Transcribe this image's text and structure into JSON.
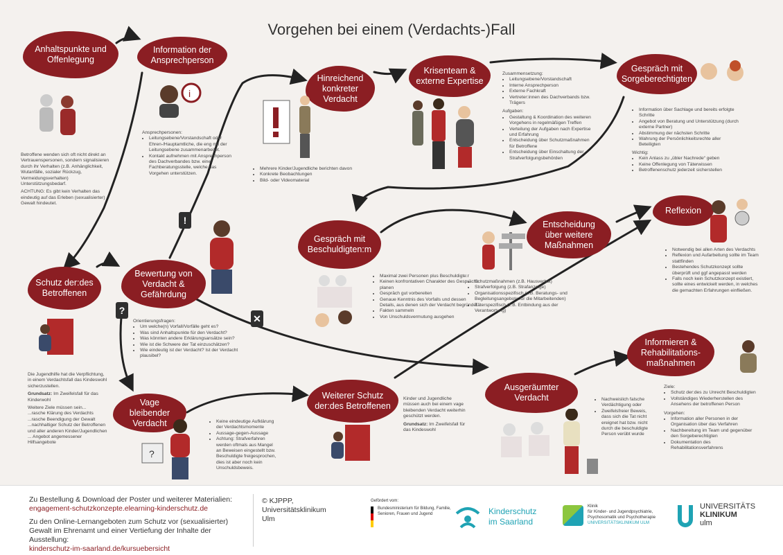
{
  "title": "Vorgehen bei einem (Verdachts-)Fall",
  "nodes": {
    "anhaltspunkte": "Anhaltspunkte und Offenlegung",
    "information": "Information der Ansprechperson",
    "hinreichend": "Hinreichend konkreter Verdacht",
    "krisenteam": "Krisenteam & externe Expertise",
    "gespraech_sorge": "Gespräch mit Sorgeberechtigten",
    "schutz": "Schutz der:des Betroffenen",
    "bewertung": "Bewertung von Verdacht & Gefährdung",
    "gespraech_besch": "Gespräch mit Beschuldigten:m",
    "entscheidung": "Entscheidung über weitere Maßnahmen",
    "reflexion": "Reflexion",
    "informieren": "Informieren & Rehabilitations-maßnahmen",
    "vage": "Vage bleibender Verdacht",
    "weiterer_schutz": "Weiterer Schutz der:des Betroffenen",
    "ausgeraeumt": "Ausgeräumter Verdacht"
  },
  "badges": {
    "warn": "!",
    "question": "?",
    "cross": "✕"
  },
  "texts": {
    "anhaltspunkte": {
      "p1": "Betroffene wenden sich oft nicht direkt an Vertrauenspersonen, sondern signalisieren durch ihr Verhalten (z.B. Anhänglichkeit, Wutanfälle, sozialer Rückzug, Vermeidungsverhalten) Unterstützungsbedarf.",
      "p2": "ACHTUNG: Es gibt kein Verhalten das eindeutig auf das Erleben (sexualisierter) Gewalt hindeutet."
    },
    "information": {
      "head": "Ansprechpersonen:",
      "items": [
        "Leitungsebene/Vorstandschaft oder Ehren-/Hauptamtliche, die eng mit der Leitungsebene zusammenarbeitet.",
        "Kontakt aufnehmen mit Ansprechperson des Dachverbandes bzw. einer Fachberatungsstelle, welche das Vorgehen unterstützen."
      ]
    },
    "hinreichend": {
      "items": [
        "Mehrere Kinder/Jugendliche berichten davon",
        "Konkrete Beobachtungen",
        "Bild- oder Videomaterial"
      ]
    },
    "krisenteam": {
      "head1": "Zusammensetzung:",
      "items1": [
        "Leitungsebene/Vorstandschaft",
        "Interne Ansprechperson",
        "Externe Fachkraft",
        "Vertreter:innen des Dachverbands bzw. Trägers"
      ],
      "head2": "Aufgaben:",
      "items2": [
        "Gestaltung & Koordination des weiteren Vorgehens in regelmäßigen Treffen",
        "Verteilung der Aufgaben nach Expertise und Erfahrung",
        "Entscheidung über Schutzmaßnahmen für Betroffene",
        "Entscheidung über Einschaltung der Strafverfolgungsbehörden"
      ]
    },
    "gespraech_sorge": {
      "items1": [
        "Information über Sachlage und bereits erfolgte Schritte",
        "Angebot von Beratung und Unterstützung (durch externe Partner)",
        "Abstimmung der nächsten Schritte",
        "Wahrung der Persönlichkeitsrechte aller Beteiligten"
      ],
      "head2": "Wichtig:",
      "items2": [
        "Kein Anlass zu „übler Nachrede“ geben",
        "Keine Offenlegung von Täterwissen",
        "Betroffenenschutz jederzeit sicherstellen"
      ]
    },
    "schutz": {
      "p1": "Die Jugendhilfe hat die Verpflichtung, in einem Verdachtsfall das Kindeswohl sicherzustellen.",
      "grund_label": "Grundsatz:",
      "grund_text": "Im Zweifelsfall für das Kinderwohl",
      "head": "Weitere Ziele müssen sein...",
      "items": [
        "...rasche Klärung des Verdachts",
        "...rasche Beendigung der Gewalt",
        "...nachhaltiger Schutz der Betroffenen und aller anderen Kinder/Jugendlichen",
        "... Angebot angemessener Hilfsangebote"
      ]
    },
    "bewertung": {
      "head": "Orientierungsfragen:",
      "items": [
        "Um welche(n) Vorfall/Vorfälle geht es?",
        "Was sind Anhaltspunkte für den Verdacht?",
        "Was könnten andere Erklärungsansätze sein?",
        "Wie ist die Schwere der Tat einzuschätzen?",
        "Wie eindeutig ist der Verdacht? Ist der Verdacht plausibel?"
      ]
    },
    "gespraech_besch": {
      "items": [
        "Maximal zwei Personen plus Beschuldigte:r",
        "Keinen konfrontativen Charakter des Gesprächs planen",
        "Gespräch gut vorbereiten",
        "Genaue Kenntnis des Vorfalls und dessen Details, aus denen sich der Verdacht begründet",
        "Fakten sammeln",
        "Von Unschuldsvermutung ausgehen"
      ]
    },
    "entscheidung": {
      "items": [
        "Schutzmaßnahmen (z.B. Hausverbot)",
        "Strafverfolgung (z.B. Strafanzeige)",
        "Organisationsspezifisch (z.B. Beratungs- und Begleitungsangebote für die Mitarbeitenden)",
        "Täterspezifisch (z.B. Entbindung aus der Verantwortung)"
      ]
    },
    "reflexion": {
      "items": [
        "Notwendig bei allen Arten des Verdachts",
        "Reflexion und Aufarbeitung sollte im Team stattfinden",
        "Bestehendes Schutzkonzept sollte überprüft und ggf angepasst werden",
        "Falls noch kein Schutzkonzept existiert, sollte eines entwickelt werden, in welches die gemachten Erfahrungen einfließen."
      ]
    },
    "informieren": {
      "head1": "Ziele:",
      "items1": [
        "Schutz der:des zu Unrecht Beschuldigten",
        "Vollständiges Wiederherstellen des Ansehens der betroffenen Person"
      ],
      "head2": "Vorgehen:",
      "items2": [
        "Information aller Personen in der Organisation über das Verfahren",
        "Nachbereitung im Team und gegenüber den Sorgeberechtigten",
        "Dokumentation des Rehabilitationsverfahrens"
      ]
    },
    "vage": {
      "items": [
        "Keine eindeutige Aufklärung der Verdachtsmomente",
        "Aussage-gegen-Aussage",
        "Achtung: Strafverfahren werden oftmals aus Mangel an Beweisen eingestellt bzw. Beschuldigte freigesprochen, dies ist aber noch kein Unschuldsbeweis."
      ]
    },
    "weiterer_schutz": {
      "p1": "Kinder und Jugendliche müssen auch bei einem vage bleibenden Verdacht weiterhin geschützt werden.",
      "grund_label": "Grundsatz:",
      "grund_text": "Im Zweifelsfall für das Kindeswohl"
    },
    "ausgeraeumt": {
      "items": [
        "Nachweislich falsche Verdächtigung oder",
        "Zweifelsfreier Beweis, dass sich die Tat nicht ereignet hat bzw. nicht durch die beschuldigte Person verübt wurde"
      ]
    }
  },
  "footer": {
    "order_text": "Zu Bestellung & Download der Poster und weiterer Materialien:",
    "order_link": "engagement-schutzkonzepte.elearning-kinderschutz.de",
    "online_text": "Zu den Online-Lernangeboten zum Schutz vor (sexualisierter) Gewalt im Ehrenamt und einer Vertiefung der Inhalte der Ausstellung:",
    "online_link": "kinderschutz-im-saarland.de/kursuebersicht",
    "copyright": "© KJPPP, Universitätsklinikum Ulm",
    "gefoerdert": "Gefördert vom:",
    "bmfsfj": "Bundesministerium für Bildung, Familie, Senioren, Frauen und Jugend",
    "ks_line1": "Kinderschutz",
    "ks_line2": "im Saarland",
    "klinik_1": "Klinik",
    "klinik_2": "für Kinder- und Jugendpsychiatrie,",
    "klinik_3": "Psychosomatik und Psychotherapie",
    "klinik_4": "UNIVERSITÄTSKLINIKUM ULM",
    "uni_1": "UNIVERSITÄTS",
    "uni_2": "KLINIKUM",
    "uni_3": "ulm"
  },
  "colors": {
    "node": "#8b1e23",
    "background": "#f4f1ee",
    "link": "#8b1e23",
    "teal": "#1fa3b4"
  },
  "icons": [
    "exclamation-badge-icon",
    "question-badge-icon",
    "cross-badge-icon",
    "flow-arrow-icon",
    "person-illustration-icon"
  ]
}
